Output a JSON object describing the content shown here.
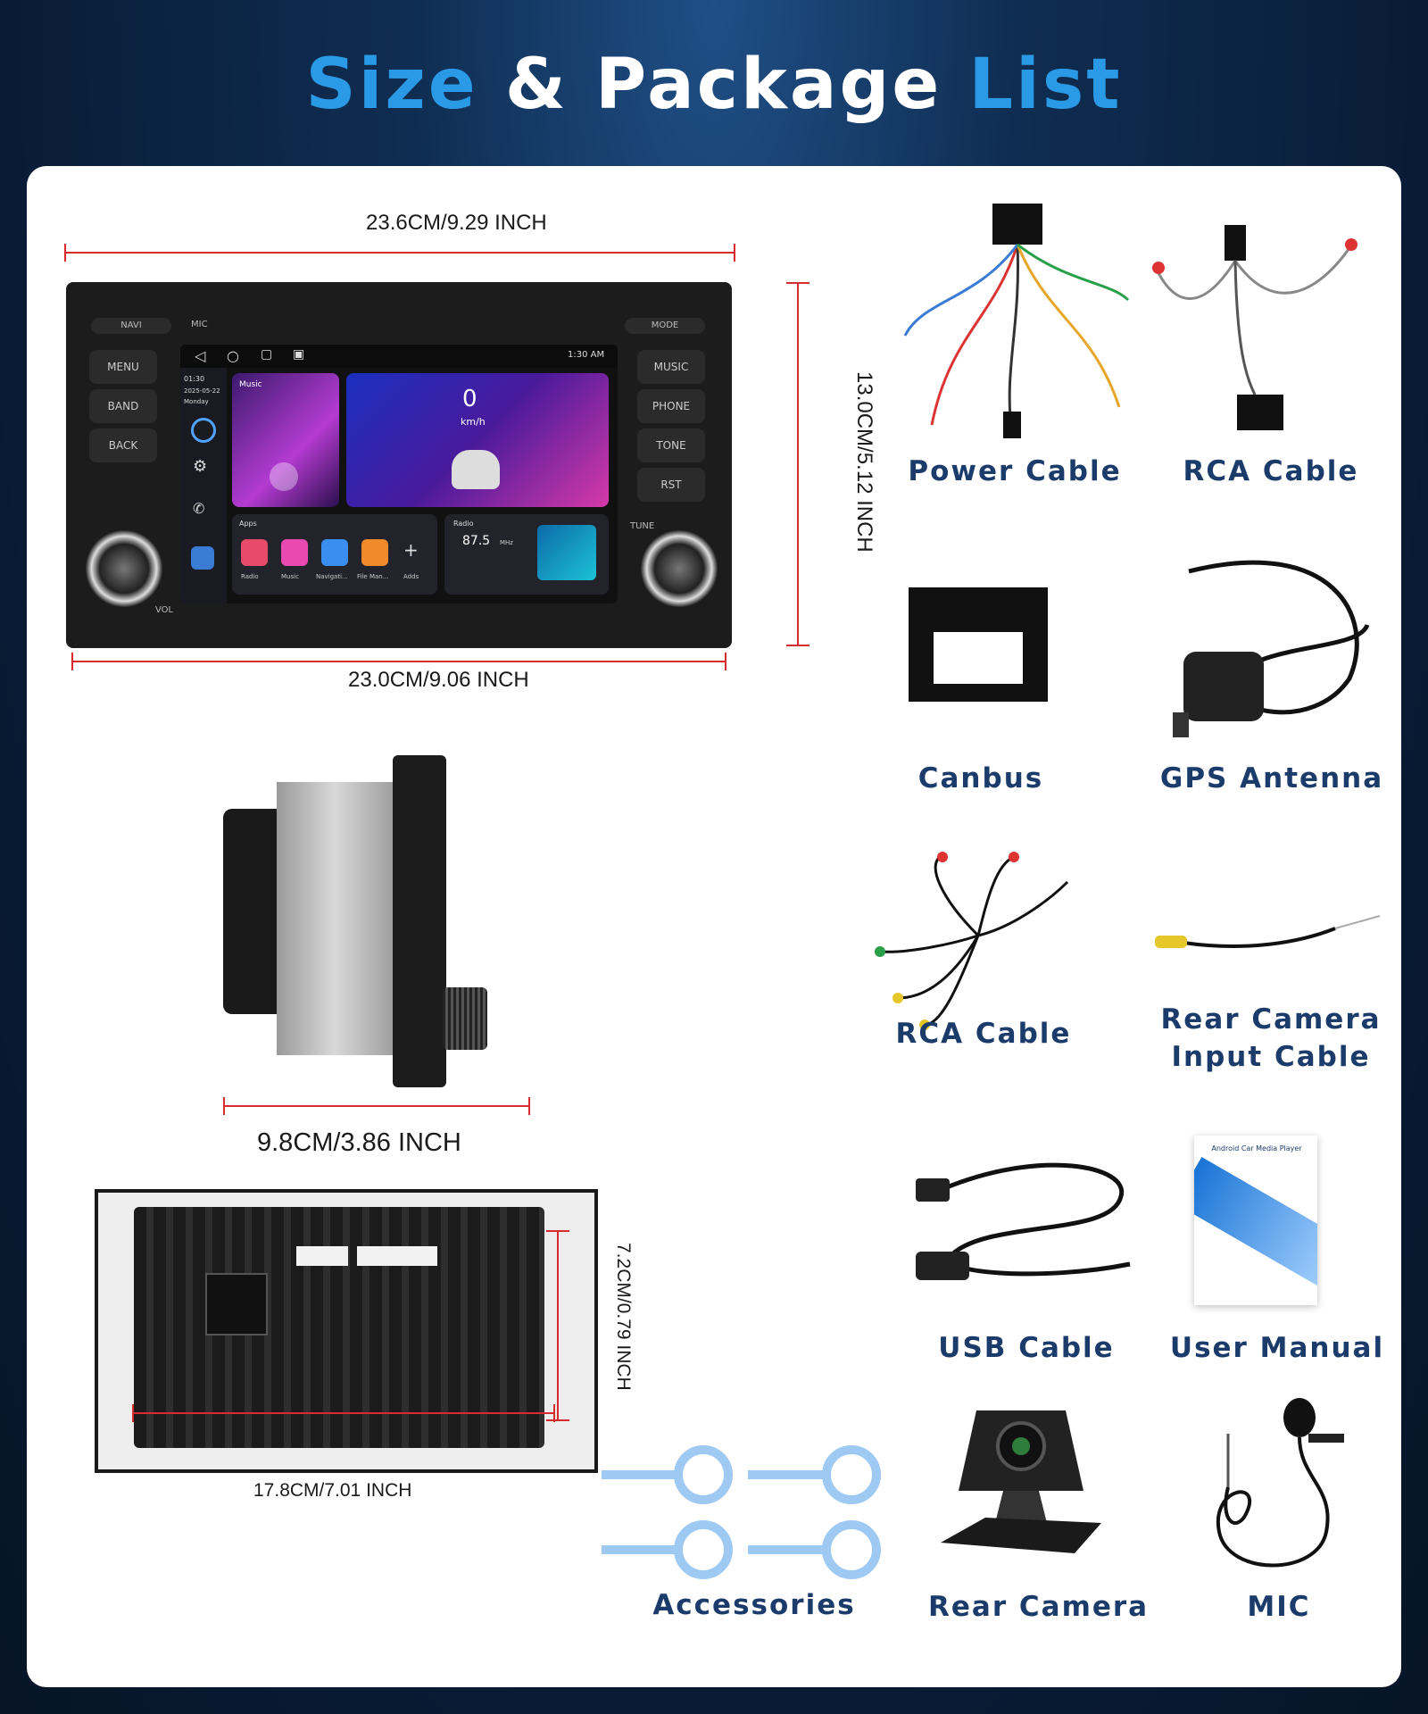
{
  "title": {
    "part1": "Size",
    "part2": "&",
    "part3": "Package",
    "part4": "List"
  },
  "dimensions": {
    "top_width": "23.6CM/9.29 INCH",
    "bottom_width": "23.0CM/9.06 INCH",
    "height": "13.0CM/5.12 INCH",
    "depth": "9.8CM/3.86 INCH",
    "back_width": "17.8CM/7.01 INCH",
    "back_height": "7.2CM/0.79 INCH"
  },
  "stereo": {
    "buttons_left": [
      "MENU",
      "BAND",
      "BACK"
    ],
    "buttons_right": [
      "MUSIC",
      "PHONE",
      "TONE",
      "RST"
    ],
    "top_left": "NAVI",
    "top_mic": "MIC",
    "top_right": "MODE",
    "vol": "VOL",
    "tune": "TUNE",
    "screen": {
      "time": "1:30 AM",
      "clock": "01:30",
      "date": "2025-05-22",
      "day": "Monday",
      "music_label": "Music",
      "speed": "0",
      "speed_unit": "km/h",
      "apps_label": "Apps",
      "radio_label": "Radio",
      "radio_freq": "87.5",
      "radio_unit": "MHz",
      "apps": [
        "Radio",
        "Music",
        "Navigati...",
        "File Man...",
        "Adds"
      ]
    }
  },
  "package": [
    {
      "label": "Power Cable"
    },
    {
      "label": "RCA Cable"
    },
    {
      "label": "Canbus"
    },
    {
      "label": "GPS Antenna"
    },
    {
      "label": "RCA Cable"
    },
    {
      "label": "Rear Camera"
    },
    {
      "label": "Input Cable"
    },
    {
      "label": "USB Cable"
    },
    {
      "label": "User Manual"
    },
    {
      "label": "Accessories"
    },
    {
      "label": "Rear Camera"
    },
    {
      "label": "MIC"
    }
  ],
  "manual_title": "Android Car Media Player",
  "colors": {
    "accent": "#2a9ae6",
    "label": "#1b3b6b",
    "dimension_line": "#d92b2b"
  }
}
